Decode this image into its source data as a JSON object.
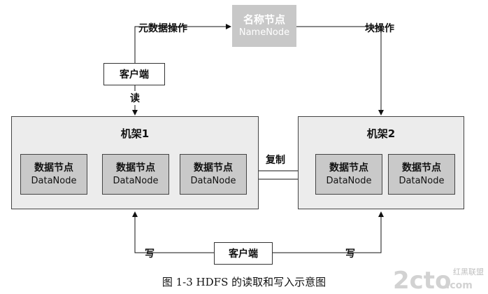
{
  "namenode": {
    "title": "名称节点",
    "subtitle": "NameNode"
  },
  "client_top": {
    "label": "客户端"
  },
  "client_bottom": {
    "label": "客户端"
  },
  "edges": {
    "metadata_ops": "元数据操作",
    "block_ops": "块操作",
    "read": "读",
    "copy": "复制",
    "write_left": "写",
    "write_right": "写"
  },
  "racks": [
    {
      "title": "机架1",
      "nodes": [
        {
          "title": "数据节点",
          "subtitle": "DataNode"
        },
        {
          "title": "数据节点",
          "subtitle": "DataNode"
        },
        {
          "title": "数据节点",
          "subtitle": "DataNode"
        }
      ]
    },
    {
      "title": "机架2",
      "nodes": [
        {
          "title": "数据节点",
          "subtitle": "DataNode"
        },
        {
          "title": "数据节点",
          "subtitle": "DataNode"
        }
      ]
    }
  ],
  "caption": "图 1-3    HDFS 的读取和写入示意图",
  "watermark": {
    "text": "2cto",
    "suffix": ".com",
    "cn": "红黑联盟",
    "color": "#d2d2d2"
  },
  "colors": {
    "node_fill": "#c9c9c9",
    "rack_fill": "#ececec",
    "namenode_fill": "#c8c8c8"
  }
}
